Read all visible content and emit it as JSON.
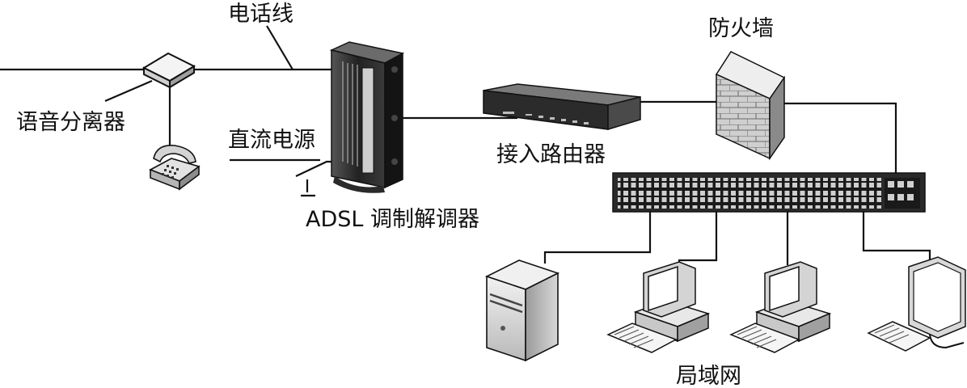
{
  "labels": {
    "phone_line": "电话线",
    "splitter": "语音分离器",
    "dc_power": "直流电源",
    "adsl_modem": "ADSL 调制解调器",
    "router": "接入路由器",
    "firewall": "防火墙",
    "lan": "局域网"
  },
  "colors": {
    "ink": "#111111",
    "device_dark": "#2b2b2b",
    "device_mid": "#6a6a6a",
    "device_light": "#d6d6d6"
  },
  "icons": {
    "splitter": "splitter-box-icon",
    "telephone": "telephone-icon",
    "modem": "adsl-modem-icon",
    "router": "router-icon",
    "firewall": "brick-wall-icon",
    "switch": "network-switch-icon",
    "server": "server-tower-icon",
    "workstation": "desktop-computer-icon",
    "monitor": "lcd-monitor-icon"
  }
}
